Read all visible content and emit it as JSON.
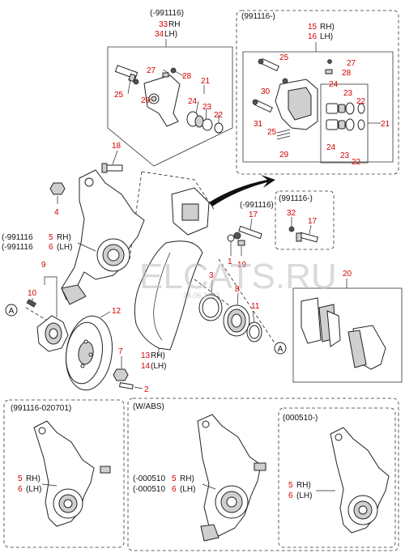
{
  "watermark": {
    "main": "ELCATS.RU",
    "sub": "28.06.2013"
  },
  "side": {
    "rh": "RH",
    "lh": "LH",
    "rh_p": "RH)",
    "lh_p": "(LH)",
    "lh_p2": "LH)",
    "lh_p3": "(LH)"
  },
  "caliper_old": {
    "date": "(-991116)",
    "rh_num": "33",
    "lh_num": "34"
  },
  "caliper_new": {
    "date": "(991116-)",
    "rh_num": "15",
    "lh_num": "16"
  },
  "bolt_new": {
    "date": "(991116-)",
    "num_a": "32",
    "num_b": "17"
  },
  "bolt_old": {
    "date": "(-991116)",
    "num": "17"
  },
  "knuckle_main": {
    "date": "(-991116",
    "rh_num": "5",
    "lh_num": "6"
  },
  "shield": {
    "rh_num": "13",
    "lh_num": "14"
  },
  "ref_a": "A",
  "parts": {
    "p1": "1",
    "p2": "2",
    "p3": "3",
    "p4": "4",
    "p7": "7",
    "p8": "8",
    "p9": "9",
    "p10": "10",
    "p11": "11",
    "p12": "12",
    "p18": "18",
    "p19": "19",
    "p20": "20"
  },
  "old_parts": {
    "p21": "21",
    "p22": "22",
    "p23": "23",
    "p24": "24",
    "p25": "25",
    "p26": "26",
    "p27": "27",
    "p28": "28"
  },
  "new_parts": {
    "p21": "21",
    "p22a": "22",
    "p22b": "22",
    "p23a": "23",
    "p23b": "23",
    "p24a": "24",
    "p24b": "24",
    "p25a": "25",
    "p25b": "25",
    "p27": "27",
    "p28": "28",
    "p29": "29",
    "p30": "30",
    "p31": "31"
  },
  "bottom": {
    "box1": {
      "title": "(991116-020701)",
      "rh_num": "5",
      "lh_num": "6"
    },
    "box2": {
      "title": "(W/ABS)",
      "date": "(-000510",
      "rh_num": "5",
      "lh_num": "6"
    },
    "box3": {
      "title": "(000510-)",
      "rh_num": "5",
      "lh_num": "6"
    }
  }
}
